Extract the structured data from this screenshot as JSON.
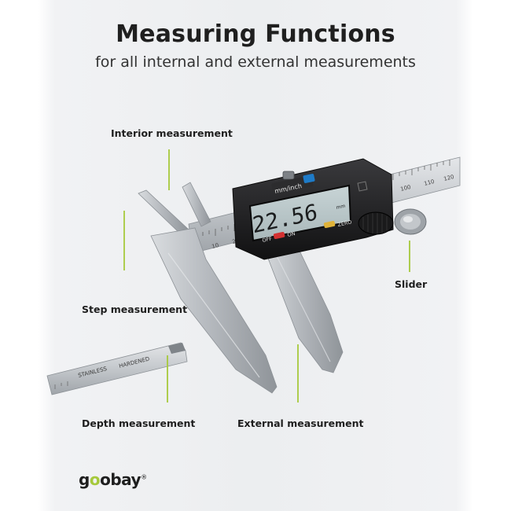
{
  "header": {
    "title": "Measuring Functions",
    "subtitle": "for all internal and external measurements"
  },
  "labels": {
    "interior": "Interior measurement",
    "slider": "Slider",
    "step": "Step measurement",
    "depth": "Depth measurement",
    "external": "External measurement"
  },
  "display": {
    "unit_button": "mm/inch",
    "reading": "22.56",
    "unit": "mm",
    "off": "OFF",
    "on": "ON",
    "zero": "ZERO"
  },
  "depth_rod": {
    "stamp_1": "STAINLESS",
    "stamp_2": "HARDENED"
  },
  "brand": {
    "name_pre": "g",
    "name_dot": "o",
    "name_post": "obay",
    "mark": "®"
  },
  "colors": {
    "accent_green": "#a6c93b",
    "steel": "#b9bdc2",
    "display_body": "#1c1c1e",
    "lcd": "#b9c7c9"
  }
}
